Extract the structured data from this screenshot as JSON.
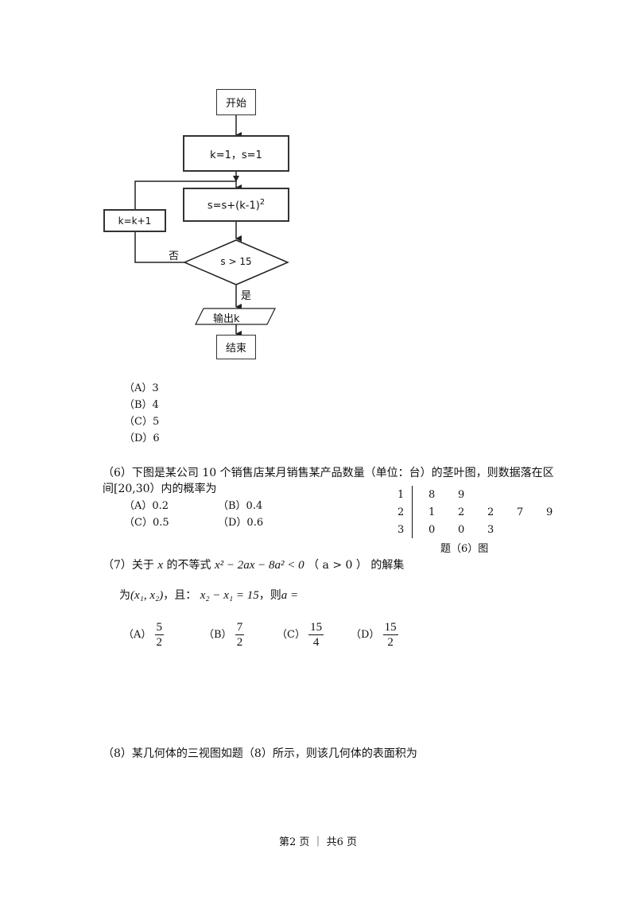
{
  "flowchart": {
    "start": "开始",
    "init": "k=1，s=1",
    "update_prefix": "s=s+(k-1)",
    "update_exp": "2",
    "increment": "k=k+1",
    "no_label": "否",
    "condition": "s > 15",
    "yes_label": "是",
    "output": "输出k",
    "end": "结束"
  },
  "q5_options": [
    "（A）3",
    "（B）4",
    "（C）5",
    "（D）6"
  ],
  "q6": {
    "line1": "（6）下图是某公司 10 个销售店某月销售某产品数量（单位：台）的茎叶图，则数据落在区",
    "line2": "间[20,30）内的概率为",
    "options": [
      "（A）0.2",
      "（B）0.4",
      "（C）0.5",
      "（D）0.6"
    ],
    "stem_leaf": [
      {
        "stem": "1",
        "leaves": [
          "8",
          "9"
        ]
      },
      {
        "stem": "2",
        "leaves": [
          "1",
          "2",
          "2",
          "7",
          "9"
        ]
      },
      {
        "stem": "3",
        "leaves": [
          "0",
          "0",
          "3"
        ]
      }
    ],
    "caption": "题（6）图"
  },
  "q7": {
    "prefix": "（7）关于",
    "var_x": "x",
    "text_mid": "的不等式",
    "inequality": "x² − 2ax − 8a² < 0",
    "condition": "（ a > 0 ）",
    "suffix": "的解集",
    "line2_prefix": "为",
    "interval": "(x₁, x₂)",
    "line2_mid": "，且：",
    "equation": "x₂ − x₁ = 15",
    "line2_tail": "，则",
    "var_a": "a =",
    "options": [
      {
        "label": "（A）",
        "num": "5",
        "den": "2"
      },
      {
        "label": "（B）",
        "num": "7",
        "den": "2"
      },
      {
        "label": "（C）",
        "num": "15",
        "den": "4"
      },
      {
        "label": "（D）",
        "num": "15",
        "den": "2"
      }
    ]
  },
  "q8": {
    "text": "（8）某几何体的三视图如题（8）所示，则该几何体的表面积为"
  },
  "footer": {
    "page": "第2 页 ｜ 共6 页"
  }
}
